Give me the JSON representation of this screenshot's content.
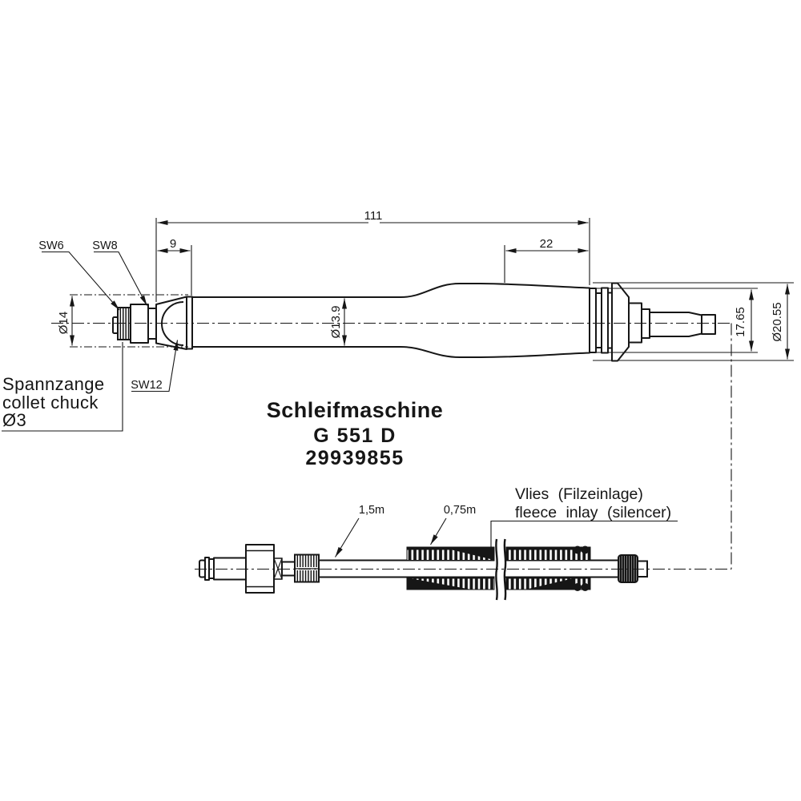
{
  "page": {
    "background": "#ffffff",
    "line_color": "#161616"
  },
  "machine_view": {
    "dimensions": {
      "overall_length": "111",
      "front_section": "9",
      "rear_section": "22",
      "front_diameter": "Ø14",
      "body_diameter": "Ø13.9",
      "coupling_height": "17.65",
      "coupling_diameter": "Ø20.55"
    },
    "wrench_labels": {
      "sw6": "SW6",
      "sw8": "SW8",
      "sw12": "SW12"
    },
    "collet_note": {
      "line1": "Spannzange",
      "line2": "collet chuck",
      "line3": "Ø3"
    }
  },
  "title_block": {
    "name": "Schleifmaschine",
    "model": "G 551 D",
    "part_number": "29939855"
  },
  "hose_view": {
    "lengths": {
      "hose": "1,5m",
      "sleeve": "0,75m"
    },
    "fleece_note": {
      "line1": "Vlies (Filzeinlage)",
      "line2": "fleece inlay (silencer)"
    }
  }
}
